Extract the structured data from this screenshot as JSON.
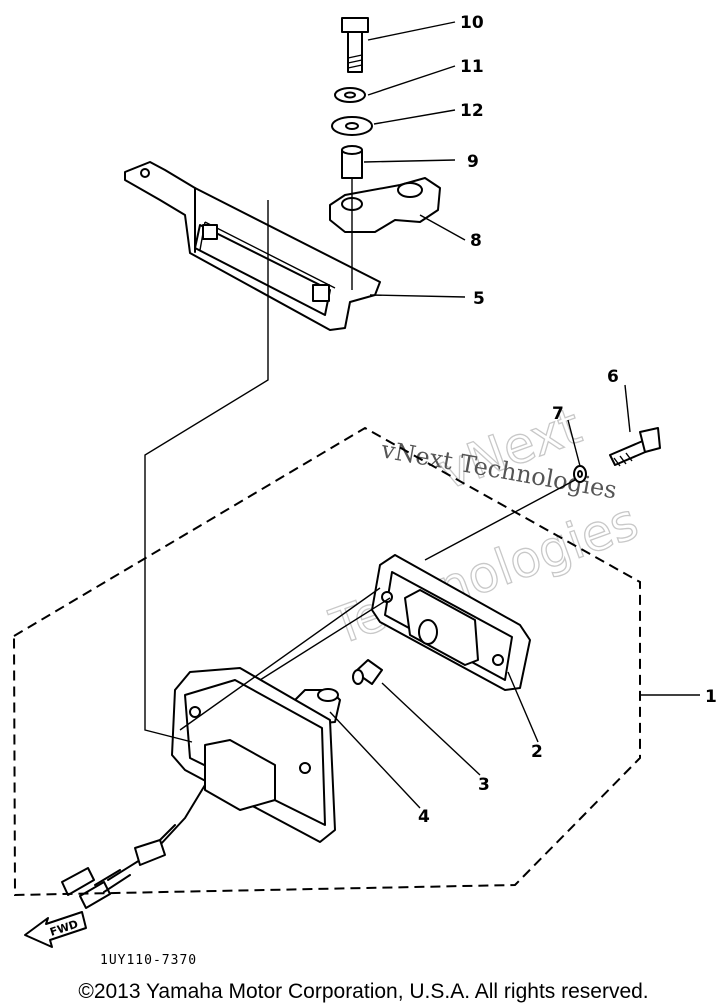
{
  "callouts": {
    "c10": "10",
    "c11": "11",
    "c12": "12",
    "c9": "9",
    "c8": "8",
    "c5": "5",
    "c6": "6",
    "c7": "7",
    "c1": "1",
    "c2": "2",
    "c3": "3",
    "c4": "4"
  },
  "watermark": {
    "outline_line1": "vNext",
    "outline_line2": "Technologies",
    "serif_text": "vNext Technologies"
  },
  "fwd_label": "FWD",
  "part_code": "1UY110-7370",
  "copyright": "©2013 Yamaha Motor Corporation, U.S.A. All rights reserved."
}
